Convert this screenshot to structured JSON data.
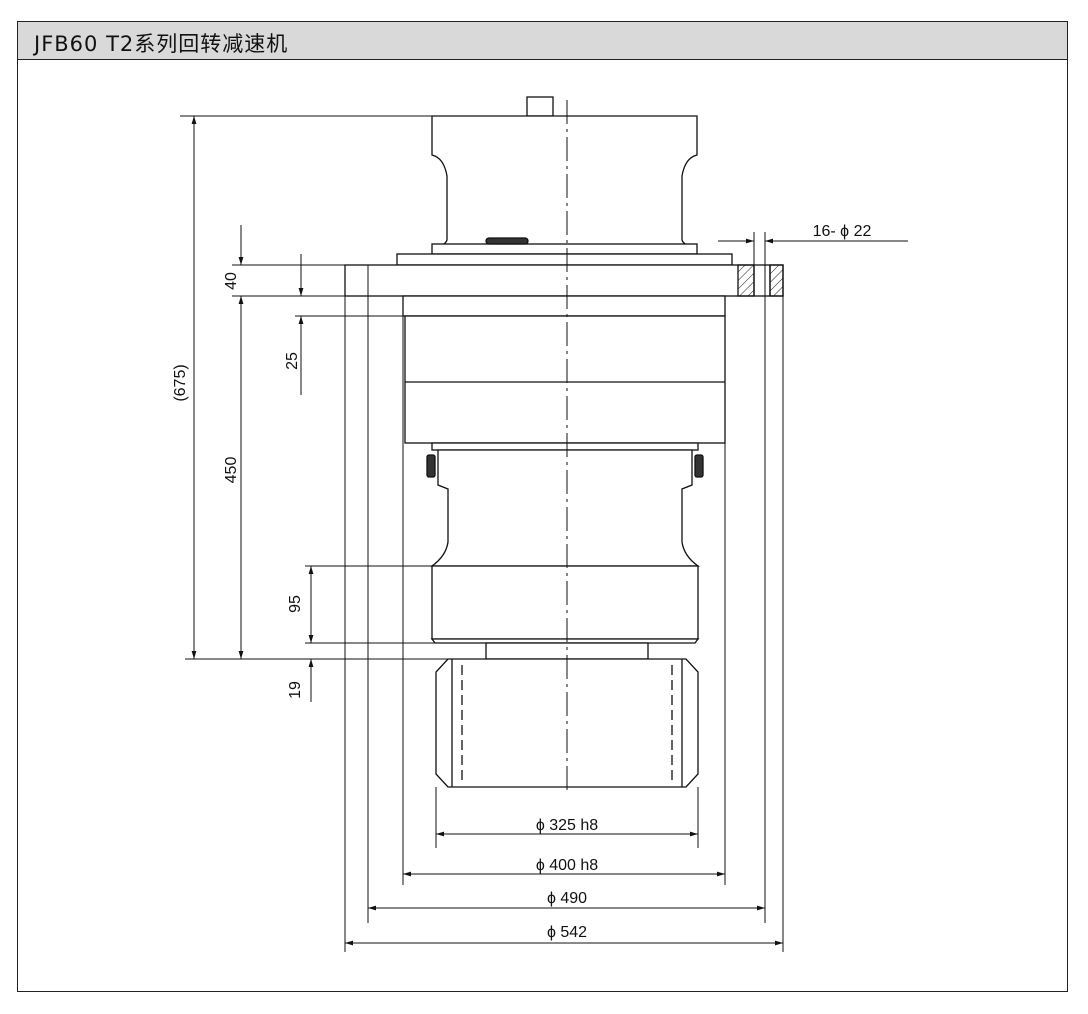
{
  "title": "JFB60 T2系列回转减速机",
  "dimensions": {
    "overall_height": "(675)",
    "flange_thickness": "40",
    "step_depth": "25",
    "body_height": "450",
    "lower_band": "95",
    "bottom_gap": "19",
    "bolt_holes": "16- ϕ 22",
    "d325": "ϕ 325  h8",
    "d400": "ϕ 400  h8",
    "d490": "ϕ 490",
    "d542": "ϕ 542"
  }
}
